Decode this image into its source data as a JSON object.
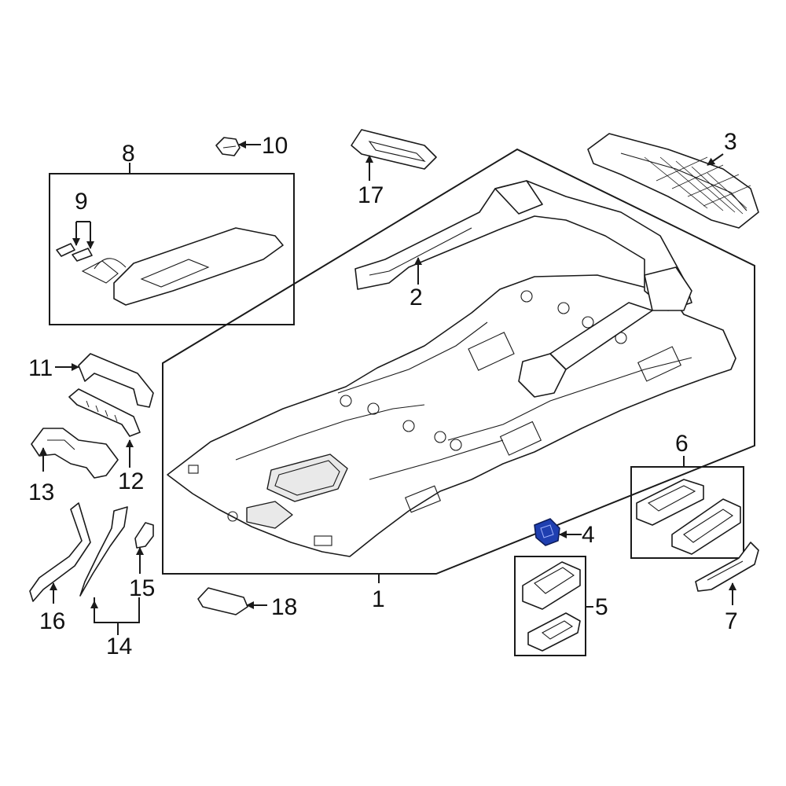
{
  "callouts": {
    "c1": "1",
    "c2": "2",
    "c3": "3",
    "c4": "4",
    "c5": "5",
    "c6": "6",
    "c7": "7",
    "c8": "8",
    "c9": "9",
    "c10": "10",
    "c11": "11",
    "c12": "12",
    "c13": "13",
    "c14": "14",
    "c15": "15",
    "c16": "16",
    "c17": "17",
    "c18": "18"
  },
  "colors": {
    "line": "#1a1a1a",
    "highlight": "#1f3fb0",
    "background": "#ffffff"
  }
}
